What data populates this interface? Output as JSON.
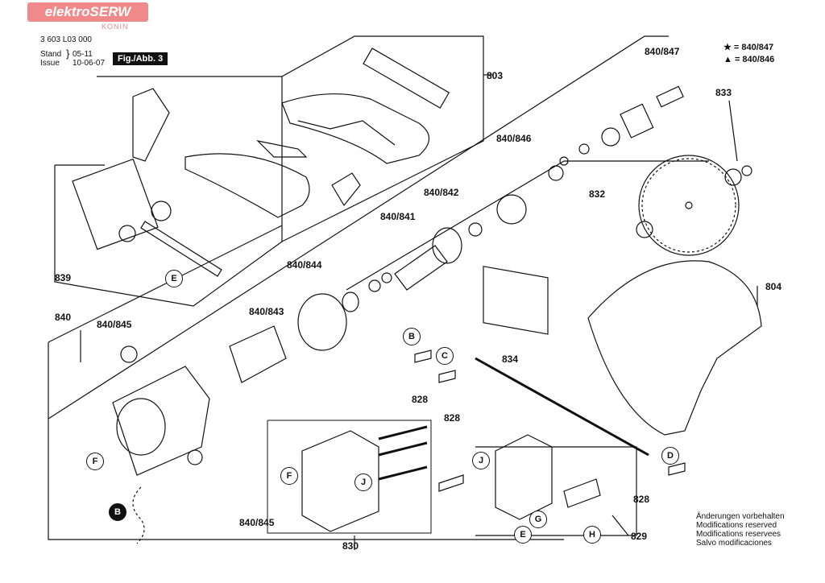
{
  "header": {
    "logo": "elektroSERW",
    "logo_sub": "KONIN",
    "doc_number": "3 603 L03 000",
    "stand_label": "Stand",
    "stand_value": "05-11",
    "issue_label": "Issue",
    "issue_value": "10-06-07",
    "figure": "Fig./Abb. 3"
  },
  "legend": {
    "star": "★ = 840/847",
    "triangle": "▲ = 840/846"
  },
  "modifications": [
    "Änderungen vorbehalten",
    "Modifications reserved",
    "Modifications reservees",
    "Salvo modificaciones"
  ],
  "part_labels": [
    "803",
    "840/847",
    "833",
    "840/846",
    "840/842",
    "840/841",
    "832",
    "840/844",
    "804",
    "839",
    "840",
    "840/845",
    "840/843",
    "834",
    "828",
    "828",
    "828",
    "840/845",
    "830",
    "829"
  ],
  "callouts": [
    "B",
    "C",
    "D",
    "E",
    "F",
    "F",
    "J",
    "J",
    "G",
    "E",
    "H",
    "B"
  ],
  "colors": {
    "line": "#111111",
    "logo_bg": "#f08a8a",
    "paper": "#ffffff"
  }
}
